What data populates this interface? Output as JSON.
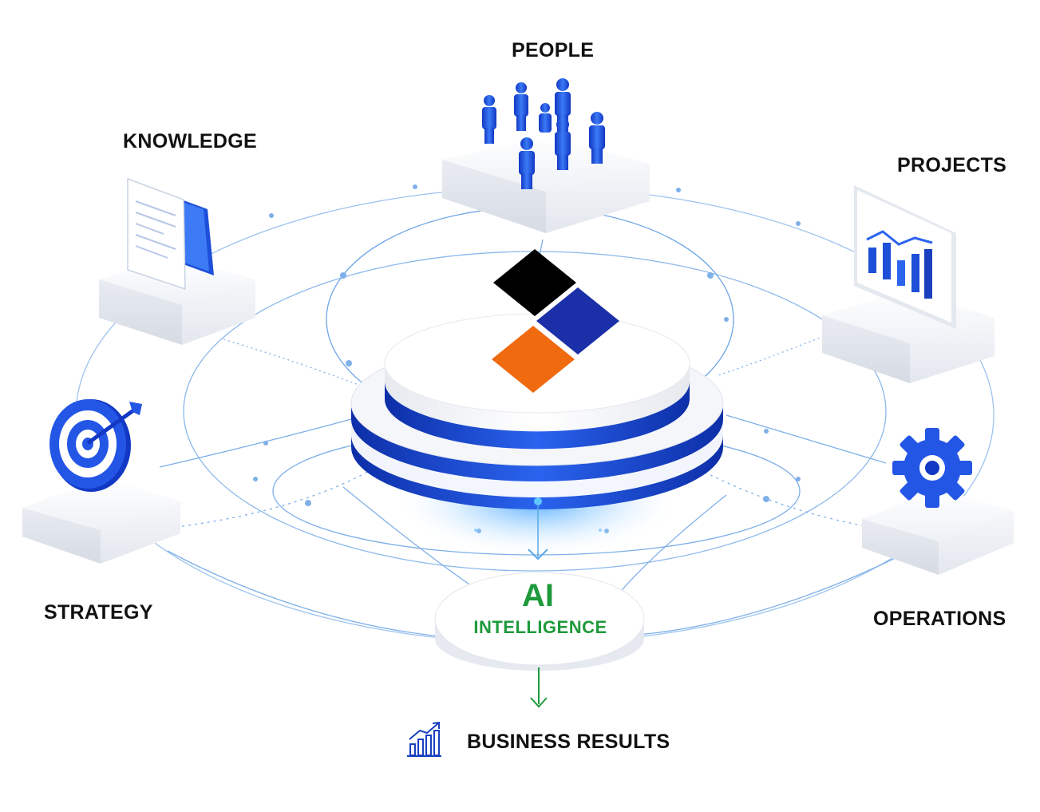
{
  "nodes": {
    "people": "PEOPLE",
    "knowledge": "KNOWLEDGE",
    "projects": "PROJECTS",
    "strategy": "STRATEGY",
    "operations": "OPERATIONS"
  },
  "center": {
    "ai": "AI",
    "intelligence": "INTELLIGENCE"
  },
  "output": {
    "label": "BUSINESS RESULTS"
  },
  "icons": {
    "people": "people-group-icon",
    "knowledge": "document-folder-icon",
    "projects": "bar-chart-monitor-icon",
    "strategy": "target-arrow-icon",
    "operations": "gear-icon",
    "business": "rising-bar-chart-icon",
    "center": "brand-logo-three-squares"
  },
  "colors": {
    "primary_blue": "#1f4fd6",
    "logo_black": "#000000",
    "logo_navy": "#1a2fa8",
    "logo_orange": "#f06a10",
    "ai_green": "#1e9a3c",
    "line_blue": "#7fb0e8"
  }
}
